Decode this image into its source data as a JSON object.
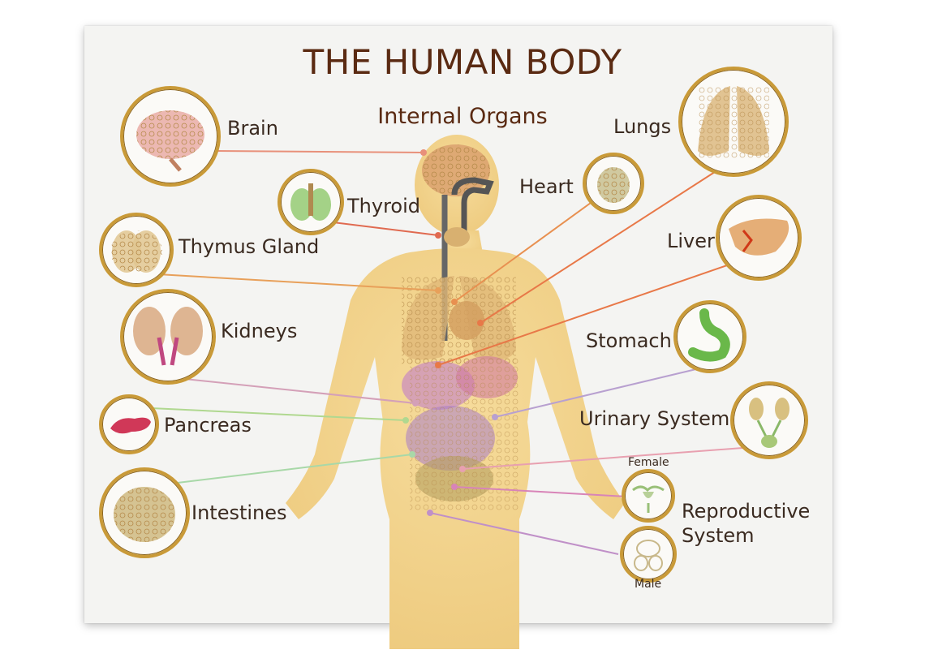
{
  "title": "THE HUMAN BODY",
  "subtitle": "Internal Organs",
  "organs": {
    "brain": "Brain",
    "thyroid": "Thyroid",
    "thymus": "Thymus Gland",
    "kidneys": "Kidneys",
    "pancreas": "Pancreas",
    "intestines": "Intestines",
    "lungs": "Lungs",
    "heart": "Heart",
    "liver": "Liver",
    "stomach": "Stomach",
    "urinary": "Urinary System",
    "reproductive_line1": "Reproductive",
    "reproductive_line2": "System",
    "female": "Female",
    "male": "Male"
  }
}
